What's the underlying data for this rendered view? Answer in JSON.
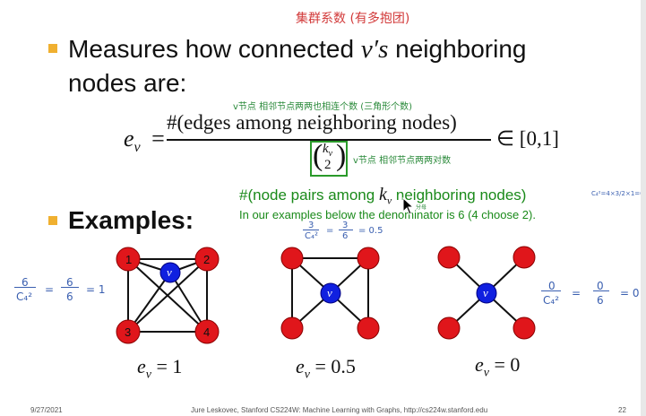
{
  "annotations": {
    "top_red_note": "集群系数 (有多抱团)",
    "numerator_note": "v节点 相邻节点两两也相连个数 (三角形个数)",
    "binom_note": "v节点 相邻节点两两对数",
    "c42_note": "C₄²=4×3/2×1=6",
    "small_note": "分母",
    "graph1_note": {
      "num": "6",
      "den": "C₄²",
      "eq1": "=",
      "num2": "6",
      "den2": "6",
      "eq2": "= 1"
    },
    "graph2_note": {
      "num": "3",
      "den": "C₄²",
      "eq1": "=",
      "num2": "3",
      "den2": "6",
      "eq2": "= 0.5"
    },
    "graph3_note": {
      "num": "0",
      "den": "C₄²",
      "eq1": "=",
      "num2": "0",
      "den2": "6",
      "eq2": "= 0"
    }
  },
  "slide": {
    "bullet1_line1": "Measures how connected ",
    "bullet1_var": "v′s",
    "bullet1_line1_end": " neighboring",
    "bullet1_line2": "nodes are:",
    "formula": {
      "lhs": "e",
      "lhs_sub": "v",
      "equals": "=",
      "numerator": "#(edges among neighboring nodes)",
      "binom_top": "k",
      "binom_top_sub": "v",
      "binom_bottom": "2",
      "range": "∈ [0,1]"
    },
    "green_line1": "#(node pairs among ",
    "green_var": "k",
    "green_var_sub": "v",
    "green_line1_end": " neighboring nodes)",
    "green_line2": "In our examples below the denominator is 6 (4 choose 2).",
    "bullet2": "Examples:",
    "graphs": [
      {
        "center_label": "v",
        "node_labels": [
          "1",
          "2",
          "3",
          "4"
        ],
        "result_label": "e",
        "result_sub": "v",
        "result_value": "= 1"
      },
      {
        "center_label": "v",
        "result_label": "e",
        "result_sub": "v",
        "result_value": "= 0.5"
      },
      {
        "center_label": "v",
        "result_label": "e",
        "result_sub": "v",
        "result_value": "= 0"
      }
    ]
  },
  "footer": {
    "date": "9/27/2021",
    "credit": "Jure Leskovec, Stanford CS224W: Machine Learning with Graphs, http://cs224w.stanford.edu",
    "page": "22"
  },
  "colors": {
    "bullet": "#f0b030",
    "node_red": "#e0161b",
    "node_blue": "#1020e0",
    "green_text": "#1a8a1a",
    "handwriting_red": "#d23a3a",
    "handwriting_blue": "#3a5fb0",
    "handwriting_green": "#2a8a3a"
  },
  "icons": {
    "cursor": "mouse-cursor-icon"
  }
}
